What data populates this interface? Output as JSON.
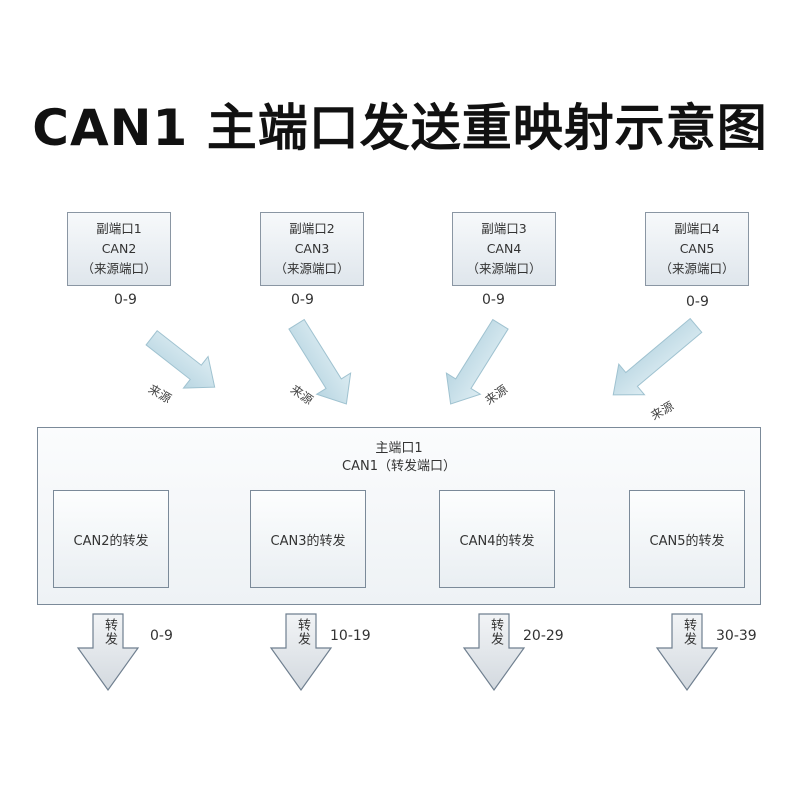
{
  "title": "CAN1 主端口发送重映射示意图",
  "sources": [
    {
      "line1": "副端口1",
      "line2": "CAN2",
      "line3": "（来源端口）",
      "range": "0-9",
      "arrow_label": "来源"
    },
    {
      "line1": "副端口2",
      "line2": "CAN3",
      "line3": "（来源端口）",
      "range": "0-9",
      "arrow_label": "来源"
    },
    {
      "line1": "副端口3",
      "line2": "CAN4",
      "line3": "（来源端口）",
      "range": "0-9",
      "arrow_label": "来源"
    },
    {
      "line1": "副端口4",
      "line2": "CAN5",
      "line3": "（来源端口）",
      "range": "0-9",
      "arrow_label": "来源"
    }
  ],
  "main": {
    "line1": "主端口1",
    "line2": "CAN1（转发端口）"
  },
  "forwards": [
    {
      "label": "CAN2的转发",
      "arrow_label": "转发",
      "range": "0-9"
    },
    {
      "label": "CAN3的转发",
      "arrow_label": "转发",
      "range": "10-19"
    },
    {
      "label": "CAN4的转发",
      "arrow_label": "转发",
      "range": "20-29"
    },
    {
      "label": "CAN5的转发",
      "arrow_label": "转发",
      "range": "30-39"
    }
  ],
  "colors": {
    "arrow_fill": "#c8dfe8",
    "arrow_stroke": "#8fb4c4",
    "down_arrow_fill": "#e3e8ed",
    "down_arrow_stroke": "#6f7f8f"
  }
}
